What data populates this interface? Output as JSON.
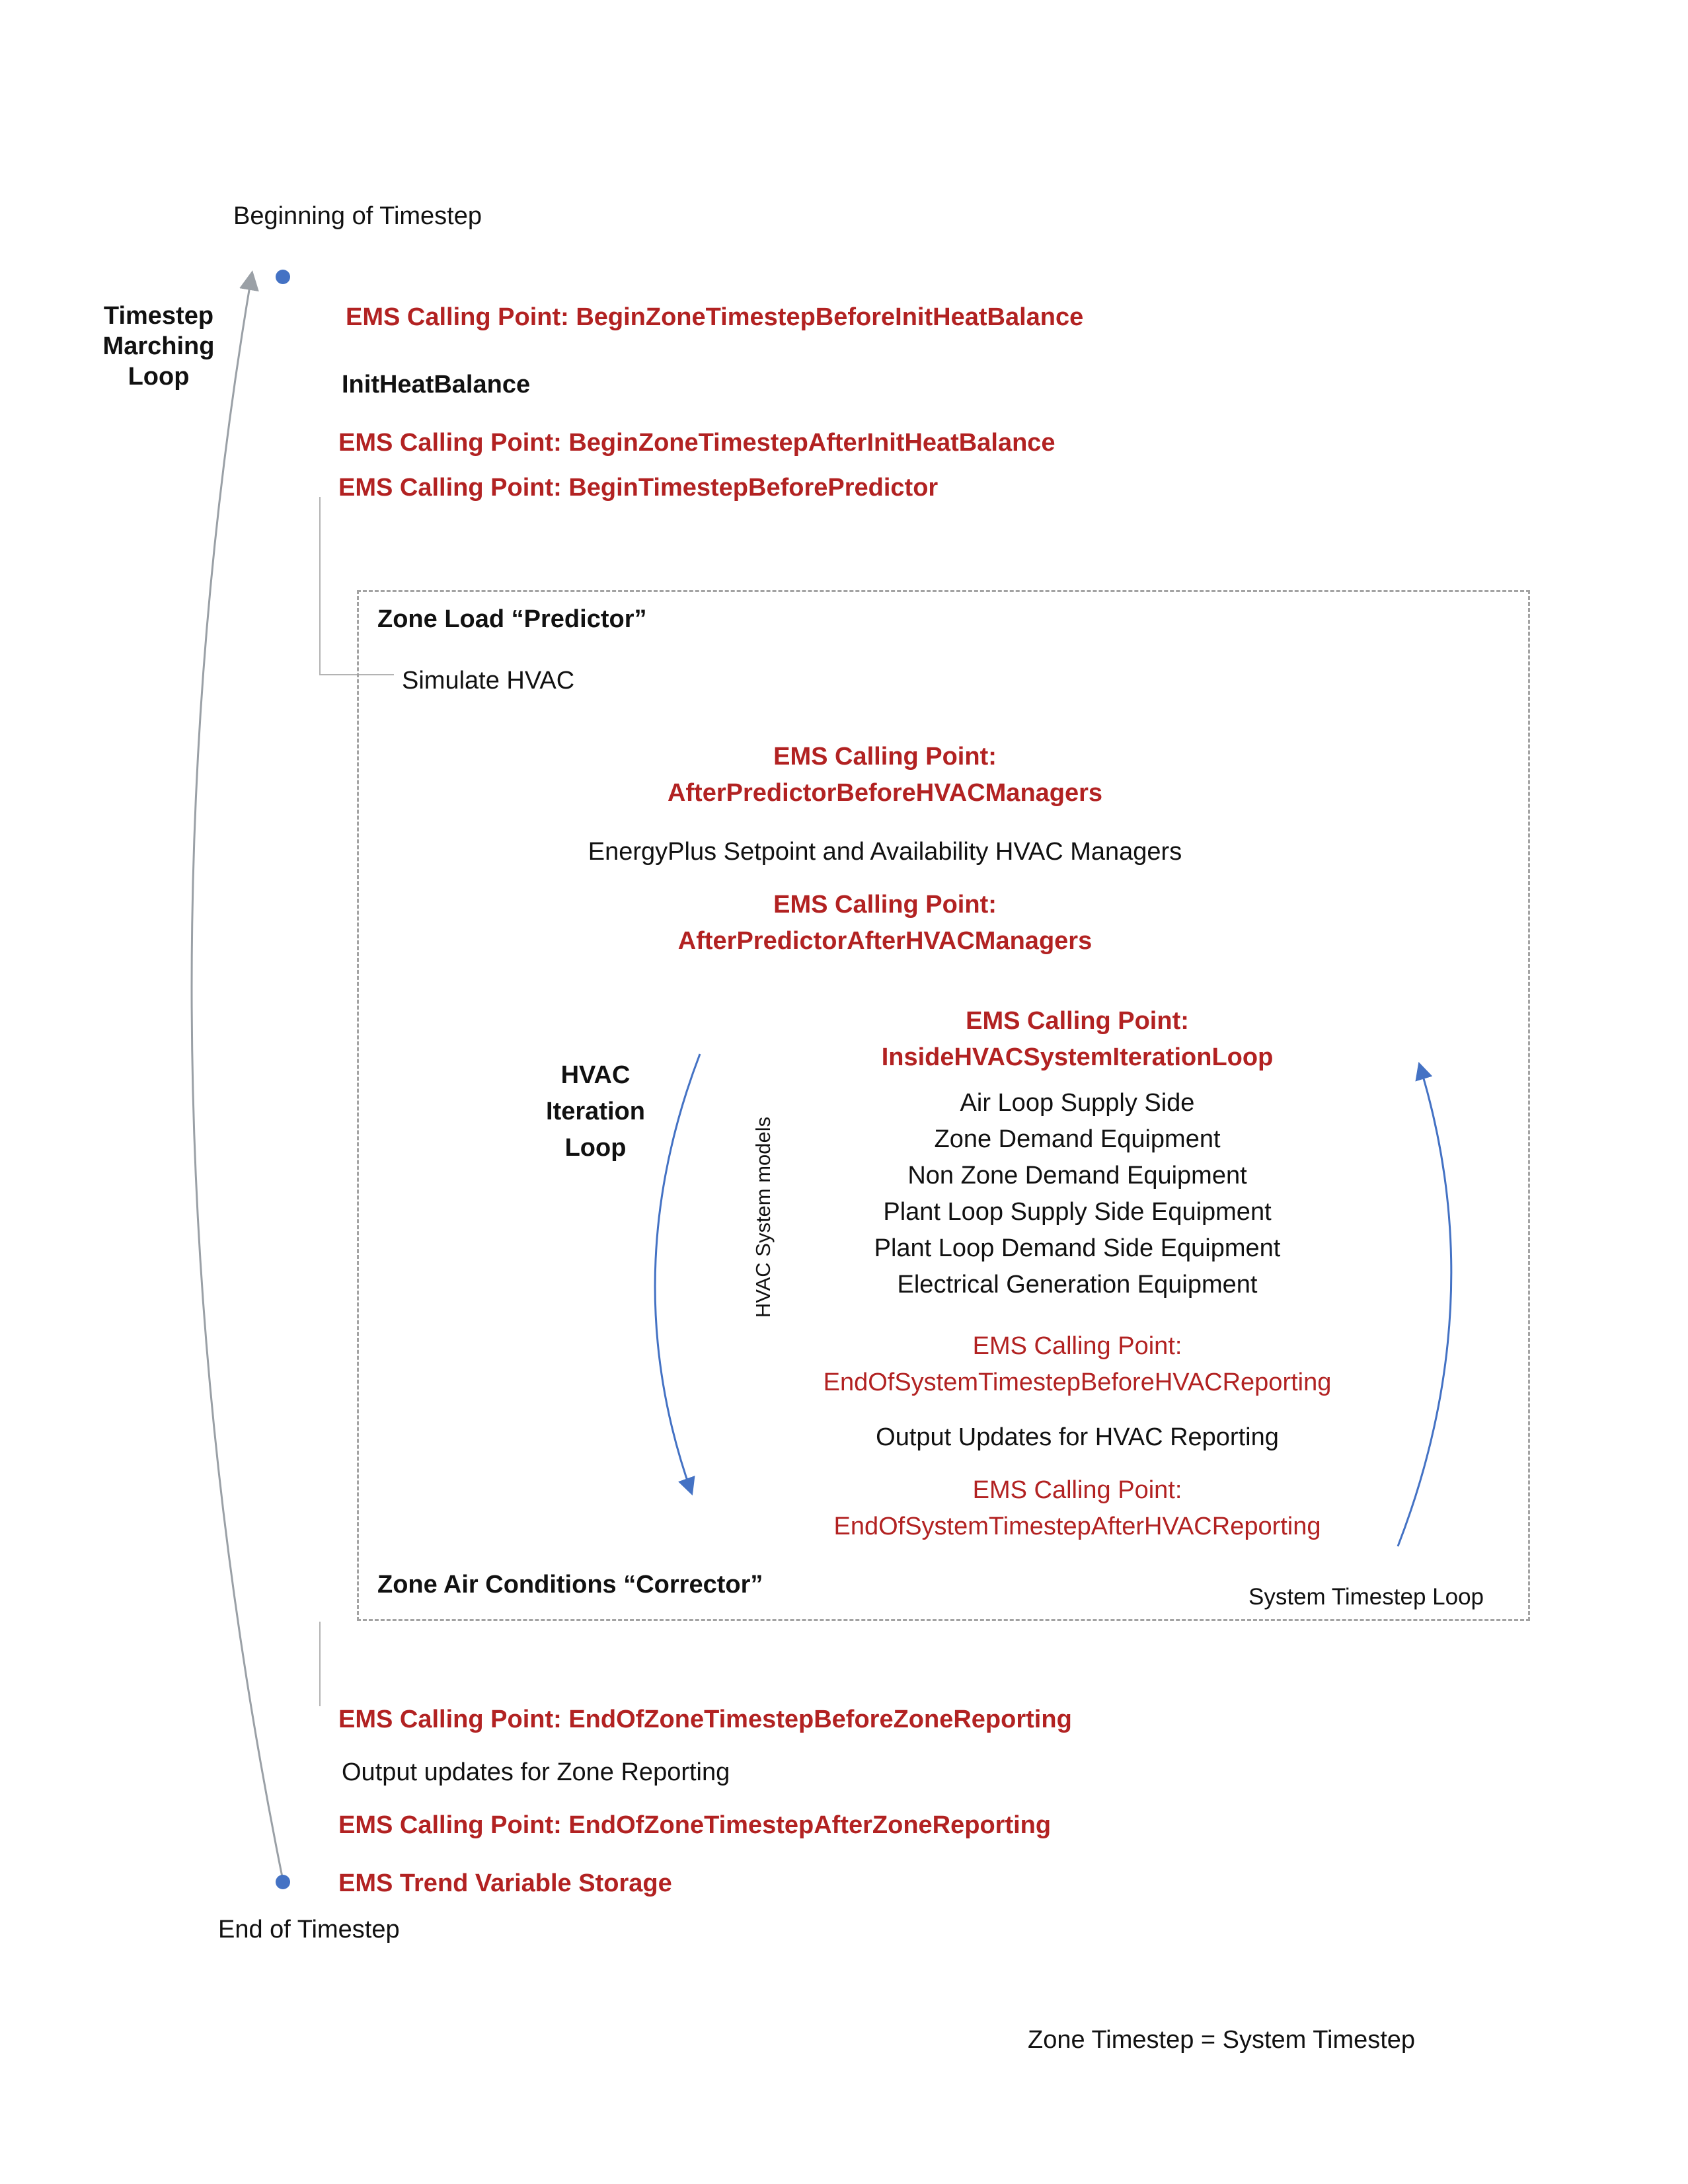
{
  "colors": {
    "red": "#b22222",
    "blue": "#4472c4",
    "gray": "#9aa0a6"
  },
  "top": {
    "beginning_label": "Beginning of Timestep",
    "marching_loop": {
      "l1": "Timestep",
      "l2": "Marching",
      "l3": "Loop"
    },
    "ems_begin_zone_before_init": "EMS Calling Point: BeginZoneTimestepBeforeInitHeatBalance",
    "init_heat_balance": "InitHeatBalance",
    "ems_begin_zone_after_init": "EMS Calling Point: BeginZoneTimestepAfterInitHeatBalance",
    "ems_begin_timestep_before_predictor": "EMS Calling Point: BeginTimestepBeforePredictor"
  },
  "system_box": {
    "zone_load_predictor": "Zone Load “Predictor”",
    "simulate_hvac": "Simulate HVAC",
    "ems_after_predictor_before": {
      "l1": "EMS Calling Point:",
      "l2": "AfterPredictorBeforeHVACManagers"
    },
    "setpoint_managers": "EnergyPlus Setpoint and Availability HVAC Managers",
    "ems_after_predictor_after": {
      "l1": "EMS Calling Point:",
      "l2": "AfterPredictorAfterHVACManagers"
    },
    "ems_inside_iteration": {
      "l1": "EMS Calling Point:",
      "l2": "InsideHVACSystemIterationLoop"
    },
    "hvac_iteration_loop": {
      "l1": "HVAC",
      "l2": "Iteration",
      "l3": "Loop"
    },
    "hvac_system_models": "HVAC System models",
    "equipment": [
      "Air Loop Supply Side",
      "Zone Demand Equipment",
      "Non Zone Demand Equipment",
      "Plant Loop Supply Side Equipment",
      "Plant Loop Demand Side Equipment",
      "Electrical Generation Equipment"
    ],
    "ems_end_before_hvac_reporting": {
      "l1": "EMS Calling Point:",
      "l2": "EndOfSystemTimestepBeforeHVACReporting"
    },
    "output_updates_hvac": "Output Updates for HVAC Reporting",
    "ems_end_after_hvac_reporting": {
      "l1": "EMS Calling Point:",
      "l2": "EndOfSystemTimestepAfterHVACReporting"
    },
    "zone_air_corrector": "Zone Air Conditions “Corrector”",
    "system_timestep_loop": "System Timestep Loop"
  },
  "bottom": {
    "ems_end_zone_before_reporting": "EMS Calling Point: EndOfZoneTimestepBeforeZoneReporting",
    "output_updates_zone": "Output updates for Zone Reporting",
    "ems_end_zone_after_reporting": "EMS Calling Point: EndOfZoneTimestepAfterZoneReporting",
    "ems_trend_storage": "EMS Trend Variable Storage",
    "end_of_timestep": "End of Timestep",
    "zone_eq_system": "Zone Timestep = System Timestep"
  }
}
